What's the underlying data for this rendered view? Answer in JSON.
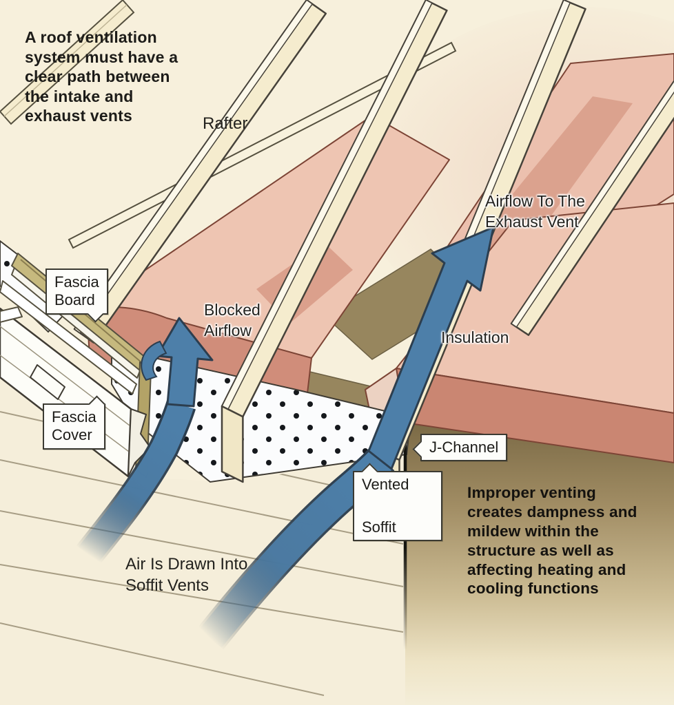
{
  "diagram": {
    "intro_note": "A roof ventilation system must have a clear path between the intake and exhaust vents",
    "warning_note": "Improper venting creates dampness and mildew within the structure as well as affecting heating and cooling functions",
    "labels": {
      "rafter": "Rafter",
      "airflow_exhaust": [
        "Airflow To The",
        "Exhaust Vent"
      ],
      "fascia_board": [
        "Fascia",
        "Board"
      ],
      "blocked_airflow": [
        "Blocked",
        "Airflow"
      ],
      "insulation": "Insulation",
      "fascia_cover": [
        "Fascia",
        "Cover"
      ],
      "j_channel": "J-Channel",
      "vented_soffit": [
        "Vented",
        "Soffit"
      ],
      "air_drawn": [
        "Air Is Drawn Into",
        "Soffit Vents"
      ]
    },
    "colors": {
      "background": "#f7f0dc",
      "rafter_wood": "#f5ecce",
      "insulation_top": "#eec5b2",
      "insulation_front": "#cf8a76",
      "fascia_olive": "#c6b97e",
      "arrow_blue": "#4d7fa9",
      "soffit_white": "#fbfcfd",
      "wall_shadow_brown": "#8a7956"
    }
  }
}
